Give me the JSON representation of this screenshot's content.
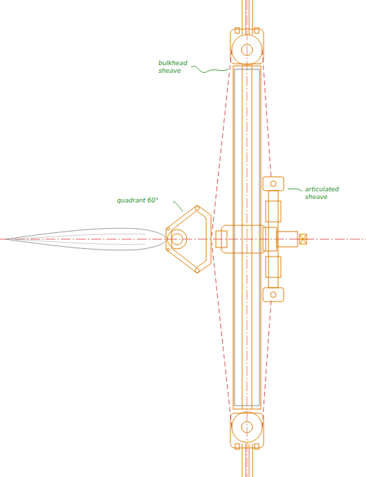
{
  "diagram": {
    "labels": [
      "bulkhead sheave",
      "quadrant 60°",
      "articulated sheave"
    ]
  }
}
